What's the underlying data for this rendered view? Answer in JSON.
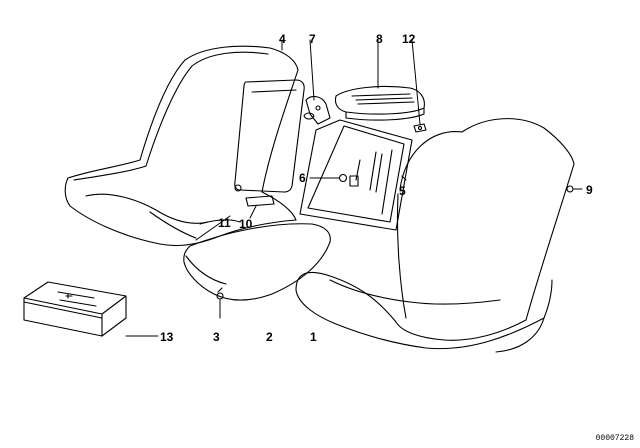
{
  "diagram": {
    "callouts": [
      {
        "id": "c1",
        "label": "1"
      },
      {
        "id": "c2",
        "label": "2"
      },
      {
        "id": "c3",
        "label": "3"
      },
      {
        "id": "c4",
        "label": "4"
      },
      {
        "id": "c5",
        "label": "5"
      },
      {
        "id": "c6",
        "label": "6"
      },
      {
        "id": "c7",
        "label": "7"
      },
      {
        "id": "c8",
        "label": "8"
      },
      {
        "id": "c9",
        "label": "9"
      },
      {
        "id": "c10",
        "label": "10"
      },
      {
        "id": "c11",
        "label": "11"
      },
      {
        "id": "c12",
        "label": "12"
      },
      {
        "id": "c13",
        "label": "13"
      }
    ],
    "document_id": "00007228",
    "colors": {
      "line": "#000000",
      "background": "#ffffff"
    }
  }
}
